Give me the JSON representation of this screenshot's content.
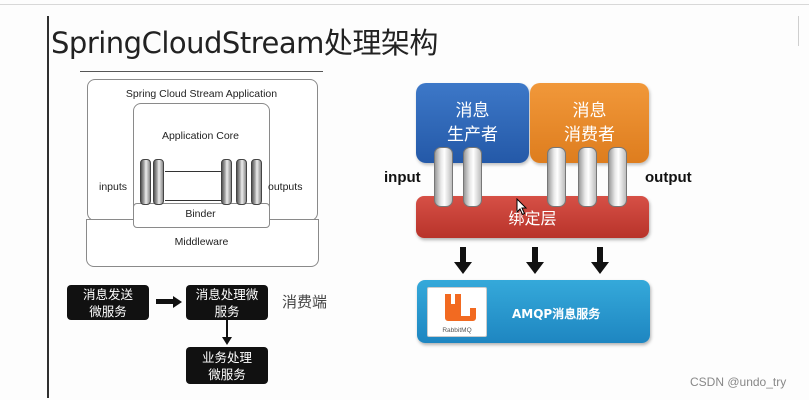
{
  "slide": {
    "title": "SpringCloudStream处理架构",
    "watermark": "CSDN @undo_try"
  },
  "left_diagram": {
    "application_label": "Spring Cloud Stream Application",
    "core_label": "Application Core",
    "inputs_label": "inputs",
    "outputs_label": "outputs",
    "binder_label": "Binder",
    "middleware_label": "Middleware",
    "flow": {
      "sender": "消息发送\n微服务",
      "processor": "消息处理微\n服务",
      "business": "业务处理\n微服务",
      "consumer_label": "消费端"
    }
  },
  "right_diagram": {
    "producer": "消息\n生产者",
    "consumer": "消息\n消费者",
    "input_label": "input",
    "output_label": "output",
    "binder_layer": "绑定层",
    "amqp_label": "AMQP消息服务",
    "logo_text": "RabbitMQ"
  },
  "colors": {
    "producer": "#2f68b8",
    "consumer": "#e98a2b",
    "binder_layer": "#c6392f",
    "amqp": "#2898cf"
  }
}
